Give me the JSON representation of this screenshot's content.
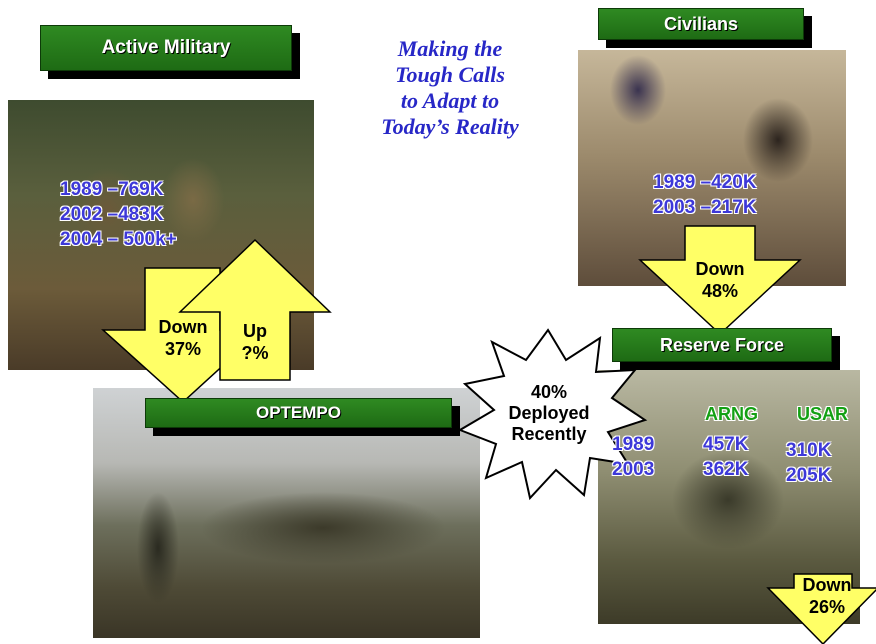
{
  "headline": {
    "lines": [
      "Making the",
      "Tough Calls",
      "to Adapt to",
      "Today’s Reality"
    ]
  },
  "active_military": {
    "label": "Active Military",
    "stats": [
      "1989 –769K",
      "2002 –483K",
      "2004 – 500k+"
    ]
  },
  "civilians": {
    "label": "Civilians",
    "stats": [
      "1989 –420K",
      "2003 –217K"
    ],
    "arrow_lines": [
      "Down",
      "48%"
    ]
  },
  "arrows": {
    "down_active": [
      "Down",
      "37%"
    ],
    "up_optempo": [
      "Up",
      "?%"
    ]
  },
  "optempo": {
    "label": "OPTEMPO"
  },
  "starburst": {
    "lines": [
      "40%",
      "Deployed",
      "Recently"
    ]
  },
  "reserve_force": {
    "label": "Reserve Force",
    "col_arng": "ARNG",
    "col_usar": "USAR",
    "years": [
      "1989",
      "2003"
    ],
    "arng": [
      "457K",
      "362K"
    ],
    "usar": [
      "310K",
      "205K"
    ],
    "arrow_lines": [
      "Down",
      "26%"
    ]
  },
  "colors": {
    "banner_green": "#2f8a22",
    "stat_blue": "#3d38d8",
    "stat_green": "#14a014",
    "arrow_yellow": "#ffff66",
    "headline_blue": "#2727c7"
  }
}
